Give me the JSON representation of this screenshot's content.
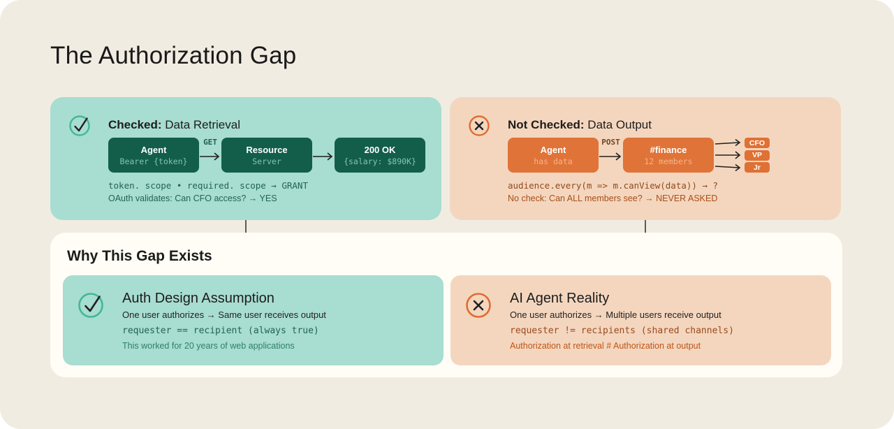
{
  "page": {
    "title": "The Authorization Gap"
  },
  "colors": {
    "background": "#f1ece1",
    "teal_panel": "#a8ddd1",
    "teal_box": "#125e4b",
    "teal_accent": "#44b796",
    "peach_panel": "#f4d6bf",
    "orange_box": "#e07338",
    "orange_accent": "#df6c30",
    "white_panel": "#fffdf6",
    "ink": "#1d1d1b"
  },
  "checked_panel": {
    "icon": "check-circle",
    "heading_bold": "Checked:",
    "heading_rest": " Data Retrieval",
    "flow": {
      "nodes": [
        {
          "title": "Agent",
          "subtitle": "Bearer {token}"
        },
        {
          "title": "Resource",
          "subtitle": "Server"
        },
        {
          "title": "200 OK",
          "subtitle": "{salary: $890K}"
        }
      ],
      "arrow1_label": "GET"
    },
    "code_line": "token. scope • required. scope → GRANT",
    "note_line": "OAuth validates: Can CFO access? → YES"
  },
  "not_checked_panel": {
    "icon": "x-circle",
    "heading_bold": "Not Checked:",
    "heading_rest": " Data Output",
    "flow": {
      "nodes": [
        {
          "title": "Agent",
          "subtitle": "has data"
        },
        {
          "title": "#finance",
          "subtitle": "12 members"
        }
      ],
      "arrow_label": "POST",
      "recipients": [
        "CFO",
        "VP",
        "Jr"
      ]
    },
    "code_line": "audience.every(m => m.canView(data)) → ?",
    "note_line": "No check: Can ALL members see? → NEVER ASKED"
  },
  "why_panel": {
    "heading": "Why This Gap Exists",
    "left": {
      "icon": "check-circle",
      "title": "Auth Design Assumption",
      "subtitle": "One user authorizes → Same user receives output",
      "code_line": "requester == recipient (always true)",
      "note_line": "This worked for 20 years of web applications"
    },
    "right": {
      "icon": "x-circle",
      "title": "AI Agent Reality",
      "subtitle": "One user authorizes → Multiple users receive output",
      "code_line": "requester != recipients (shared channels)",
      "note_line": "Authorization at retrieval # Authorization at output"
    }
  }
}
